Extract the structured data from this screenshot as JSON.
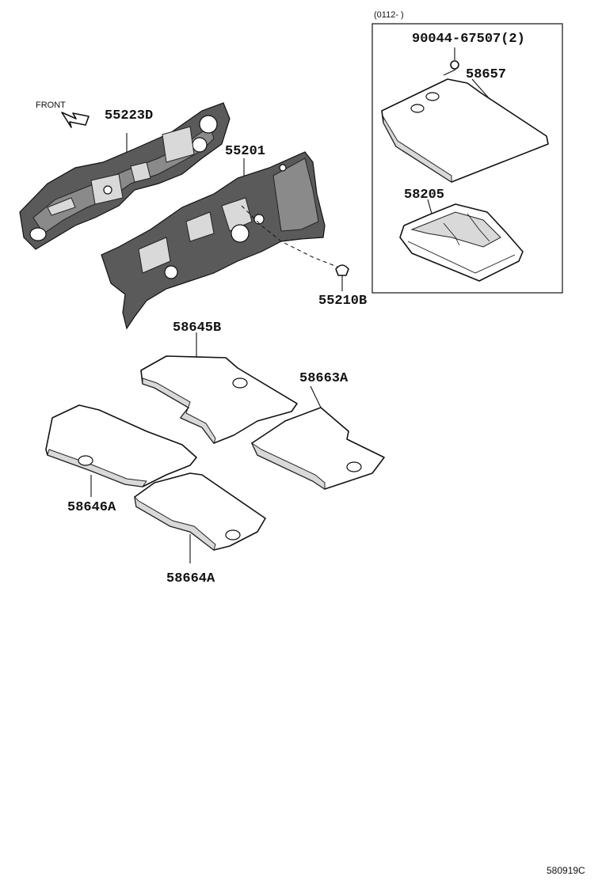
{
  "header": {
    "date_range": "(0112-    )"
  },
  "orientation": {
    "front_label": "FRONT"
  },
  "parts": {
    "p55223D": "55223D",
    "p55201": "55201",
    "p55210B": "55210B",
    "p90044": "90044-67507(2)",
    "p58657": "58657",
    "p58205": "58205",
    "p58645B": "58645B",
    "p58663A": "58663A",
    "p58646A": "58646A",
    "p58664A": "58664A"
  },
  "footer": {
    "diagram_id": "580919C"
  }
}
